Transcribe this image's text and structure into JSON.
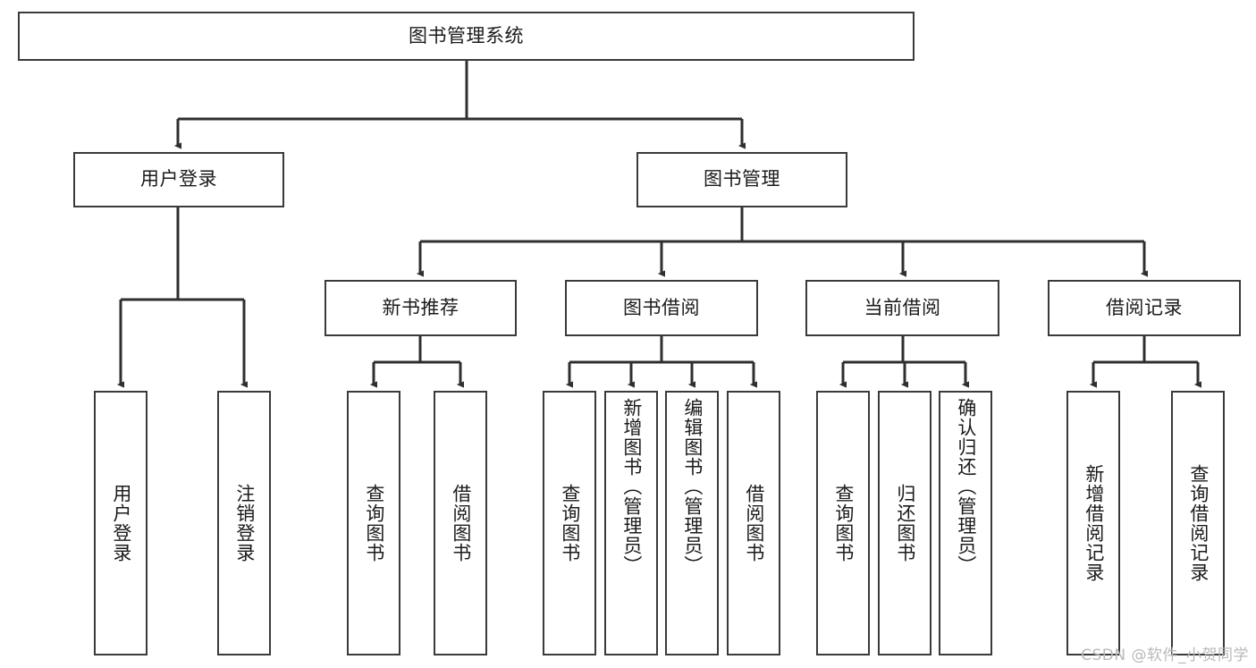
{
  "diagram": {
    "title": "图书管理系统",
    "type": "functional-structure-tree",
    "watermark": "CSDN @软件_小贺同学",
    "colors": {
      "background": "#ffffff",
      "node_border": "#3a3a3a",
      "node_fill": "#ffffff",
      "connector": "#2f2f2f",
      "text": "#1b1b1b",
      "watermark": "#b9b9b9"
    },
    "root": {
      "label": "图书管理系统",
      "orientation": "horizontal"
    },
    "level2": [
      {
        "label": "用户登录",
        "orientation": "horizontal"
      },
      {
        "label": "图书管理",
        "orientation": "horizontal"
      }
    ],
    "level3": [
      {
        "label": "新书推荐",
        "orientation": "horizontal",
        "parent": "图书管理"
      },
      {
        "label": "图书借阅",
        "orientation": "horizontal",
        "parent": "图书管理"
      },
      {
        "label": "当前借阅",
        "orientation": "horizontal",
        "parent": "图书管理"
      },
      {
        "label": "借阅记录",
        "orientation": "horizontal",
        "parent": "图书管理"
      }
    ],
    "leaves": {
      "user_login": [
        {
          "label": "用户登录",
          "orientation": "vertical"
        },
        {
          "label": "注销登录",
          "orientation": "vertical"
        }
      ],
      "new_book_recommend": [
        {
          "label": "查询图书",
          "orientation": "vertical"
        },
        {
          "label": "借阅图书",
          "orientation": "vertical"
        }
      ],
      "book_borrow": [
        {
          "label": "查询图书",
          "orientation": "vertical"
        },
        {
          "label": "新增图书（管理员）",
          "orientation": "vertical"
        },
        {
          "label": "编辑图书（管理员）",
          "orientation": "vertical"
        },
        {
          "label": "借阅图书",
          "orientation": "vertical"
        }
      ],
      "current_borrow": [
        {
          "label": "查询图书",
          "orientation": "vertical"
        },
        {
          "label": "归还图书",
          "orientation": "vertical"
        },
        {
          "label": "确认归还（管理员）",
          "orientation": "vertical"
        }
      ],
      "borrow_record": [
        {
          "label": "新增借阅记录",
          "orientation": "vertical"
        },
        {
          "label": "查询借阅记录",
          "orientation": "vertical"
        }
      ]
    }
  }
}
